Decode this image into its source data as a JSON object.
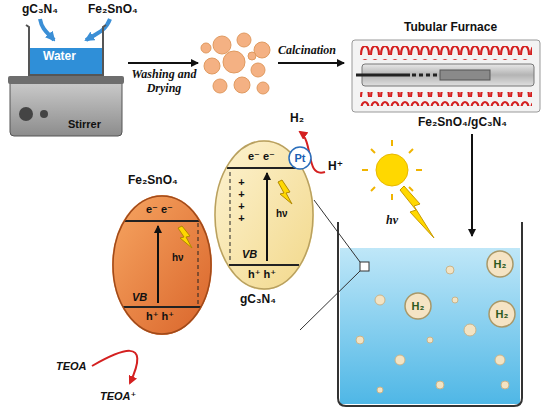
{
  "diagram": {
    "nodes": [
      {
        "text": [
          "Water"
        ]
      },
      {
        "text": [
          "Stirrer"
        ]
      },
      {
        "text": [
          "Tubular Furnace"
        ]
      },
      {
        "text": [
          "Fe₂SnO₄",
          "e⁻ e⁻",
          "hν",
          "VB",
          "h⁺ h⁺"
        ]
      },
      {
        "text": [
          "gC₃N₄",
          "e⁻ e⁻",
          "+ + + +",
          "hν",
          "VB",
          "h⁺ h⁺"
        ]
      },
      {
        "text": [
          "Pt"
        ]
      },
      {
        "text": [
          "H₂"
        ]
      },
      {
        "text": [
          "H₂"
        ]
      },
      {
        "text": [
          "H₂"
        ]
      }
    ],
    "labels": [
      "gC₃N₄",
      "Fe₂SnO₄",
      "Washing and Drying",
      "Calcination",
      "Fe₂SnO₄/gC₃N₄",
      "hν",
      "H₂",
      "H⁺",
      "TEOA",
      "TEOA⁺"
    ]
  }
}
